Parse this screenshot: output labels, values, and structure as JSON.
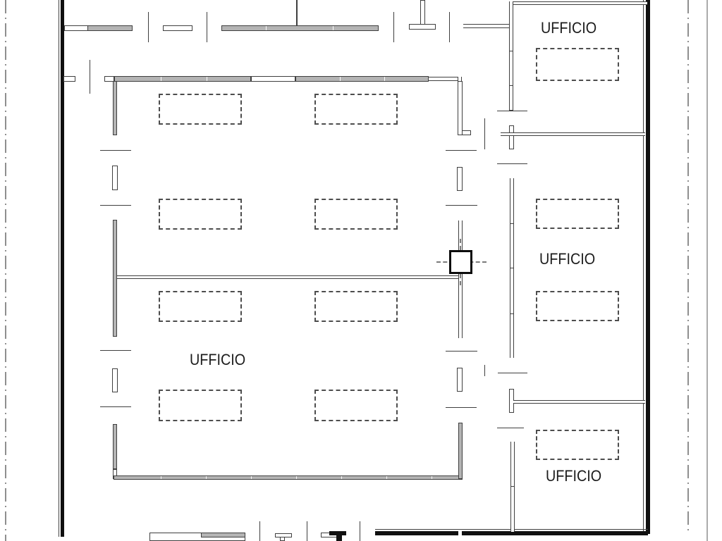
{
  "drawing": {
    "kind": "architectural-floor-plan",
    "room_labels": {
      "open_office": "UFFICIO",
      "office_top_right": "UFFICIO",
      "office_middle_right": "UFFICIO",
      "office_bottom_right": "UFFICIO"
    },
    "colors": {
      "background": "#ffffff",
      "line": "#3f3f3f",
      "wall_fill": "#b4b4b4",
      "wall_dark": "#101010",
      "boundary_line": "#8f8f8f"
    }
  }
}
